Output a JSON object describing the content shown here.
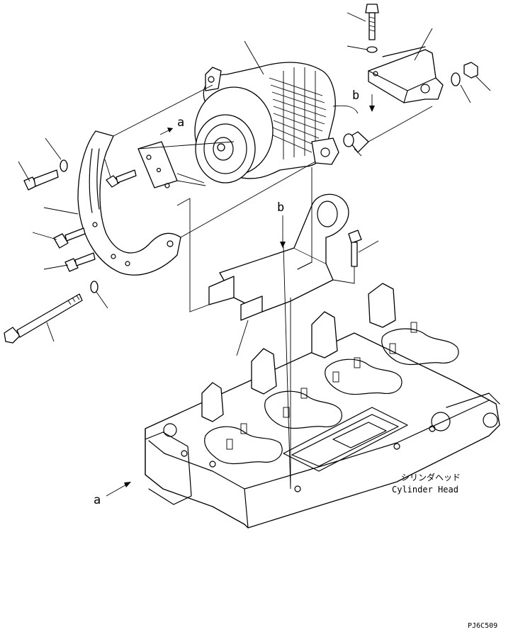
{
  "labels": {
    "ref_a_top": "a",
    "ref_a_bottom": "a",
    "ref_b_top": "b",
    "ref_b_mid": "b",
    "cylinder_head_jp": "シリンダヘッド",
    "cylinder_head_en": "Cylinder Head",
    "drawing_code": "PJ6C509"
  }
}
